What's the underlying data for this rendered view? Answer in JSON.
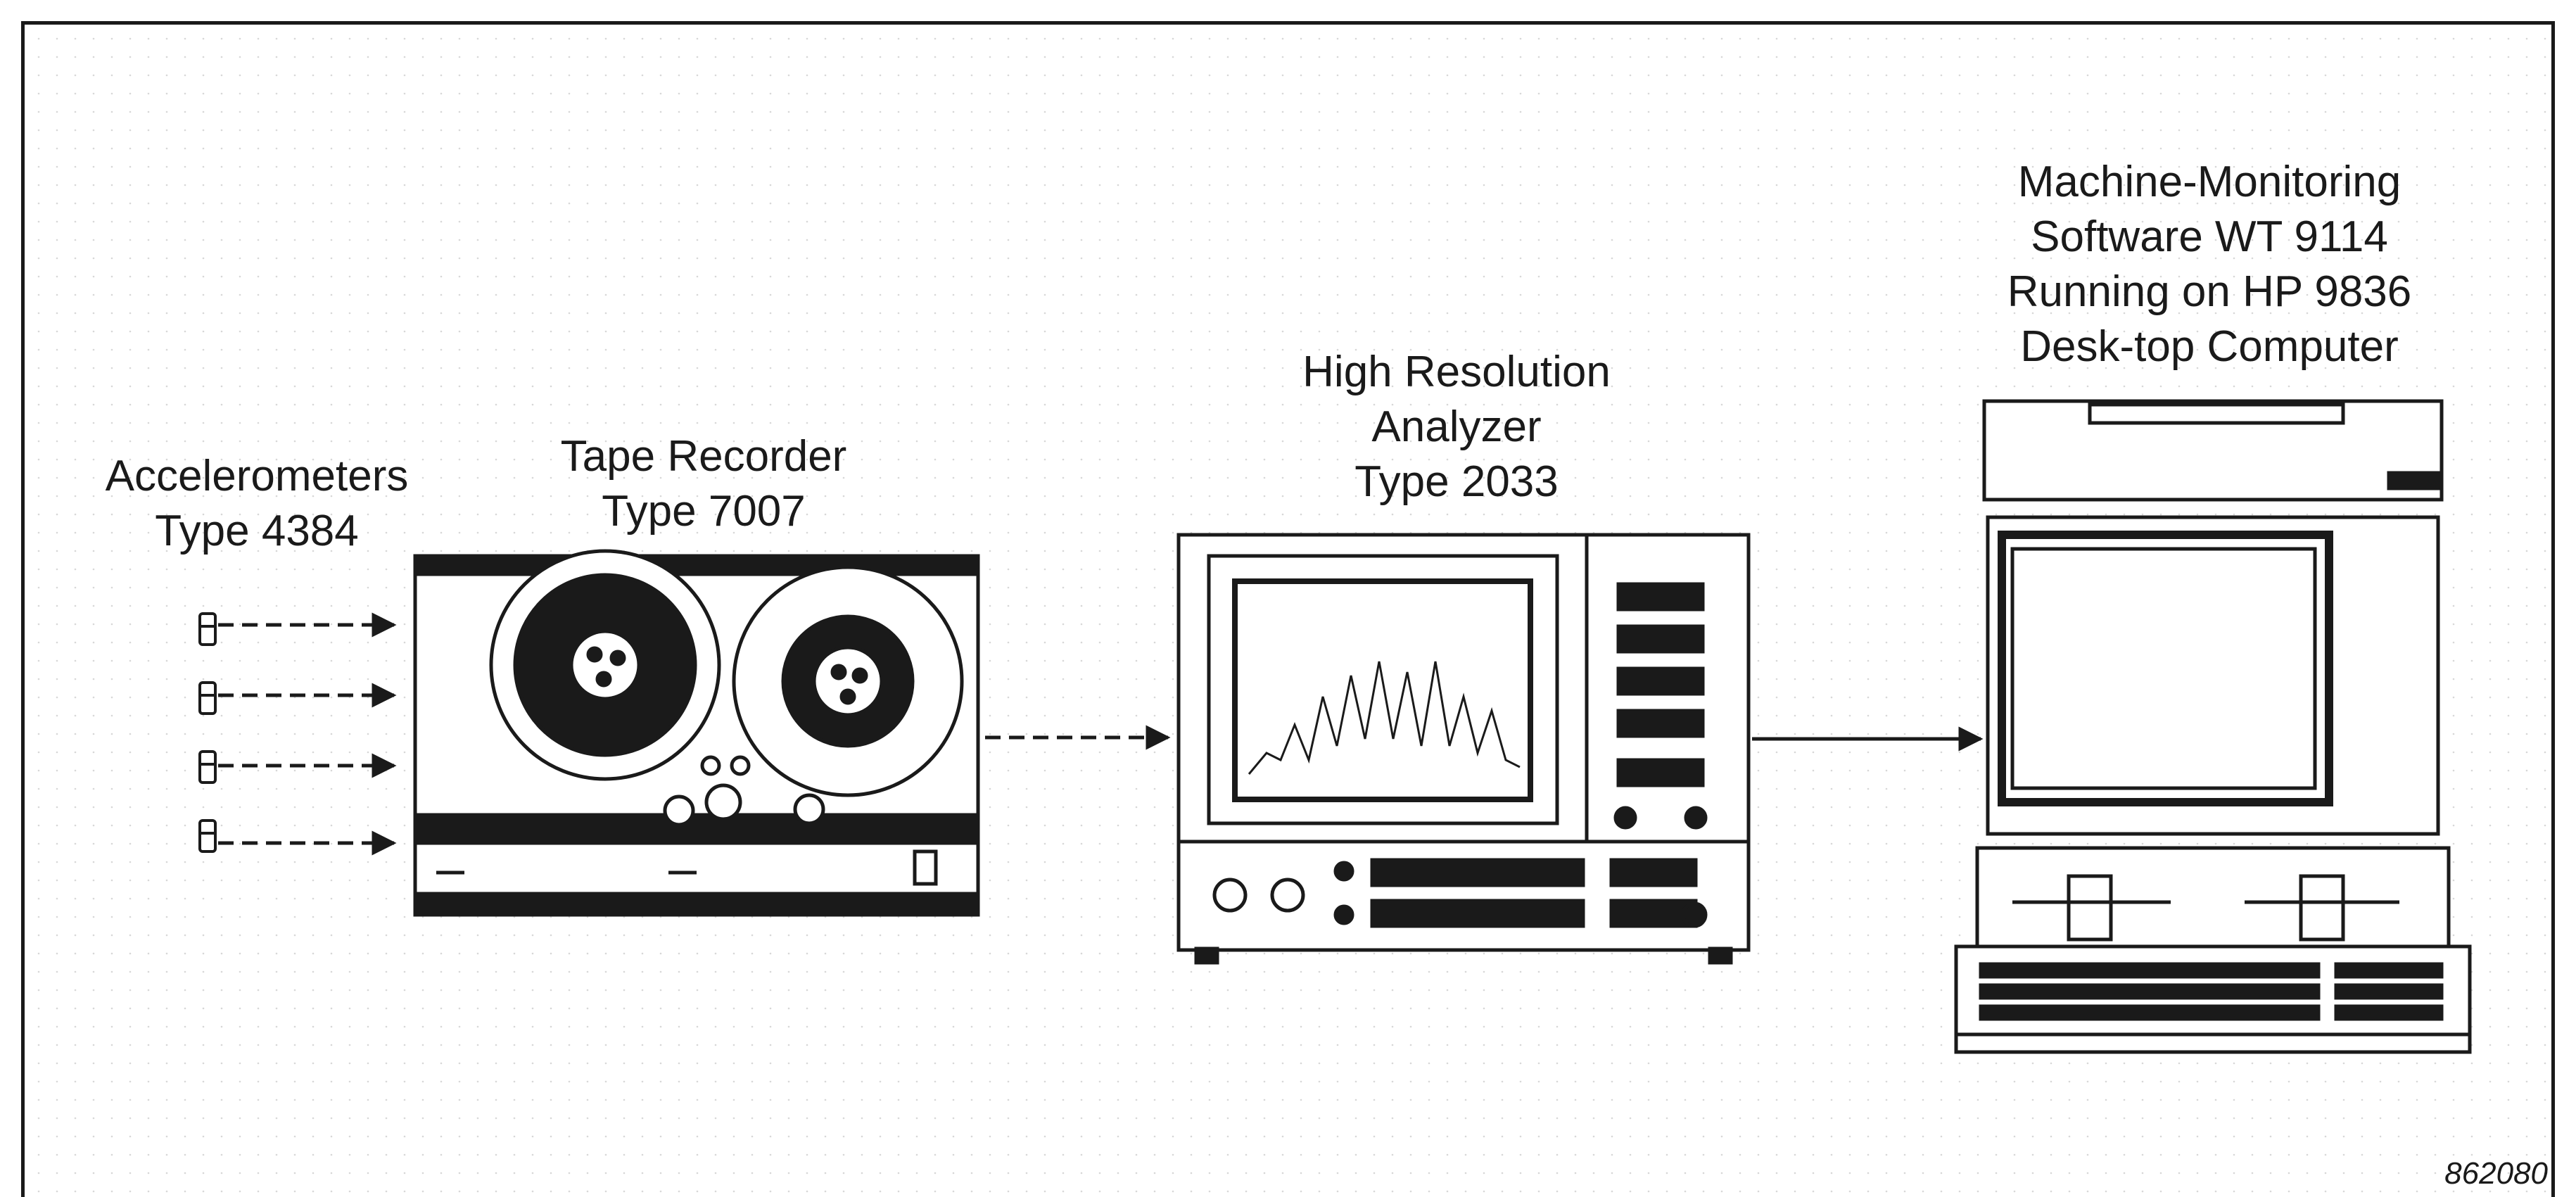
{
  "labels": {
    "accelerometers": [
      "Accelerometers",
      "Type 4384"
    ],
    "tape_recorder": [
      "Tape Recorder",
      "Type 7007"
    ],
    "analyzer": [
      "High Resolution",
      "Analyzer",
      "Type 2033"
    ],
    "computer": [
      "Machine-Monitoring",
      "Software WT 9114",
      "Running on HP 9836",
      "Desk-top Computer"
    ]
  },
  "figure_number": "862080",
  "icons": [
    "accelerometer-icon",
    "tape-recorder-icon",
    "analyzer-icon",
    "computer-icon"
  ],
  "colors": {
    "ink": "#1a1a1a",
    "background": "#ffffff"
  }
}
